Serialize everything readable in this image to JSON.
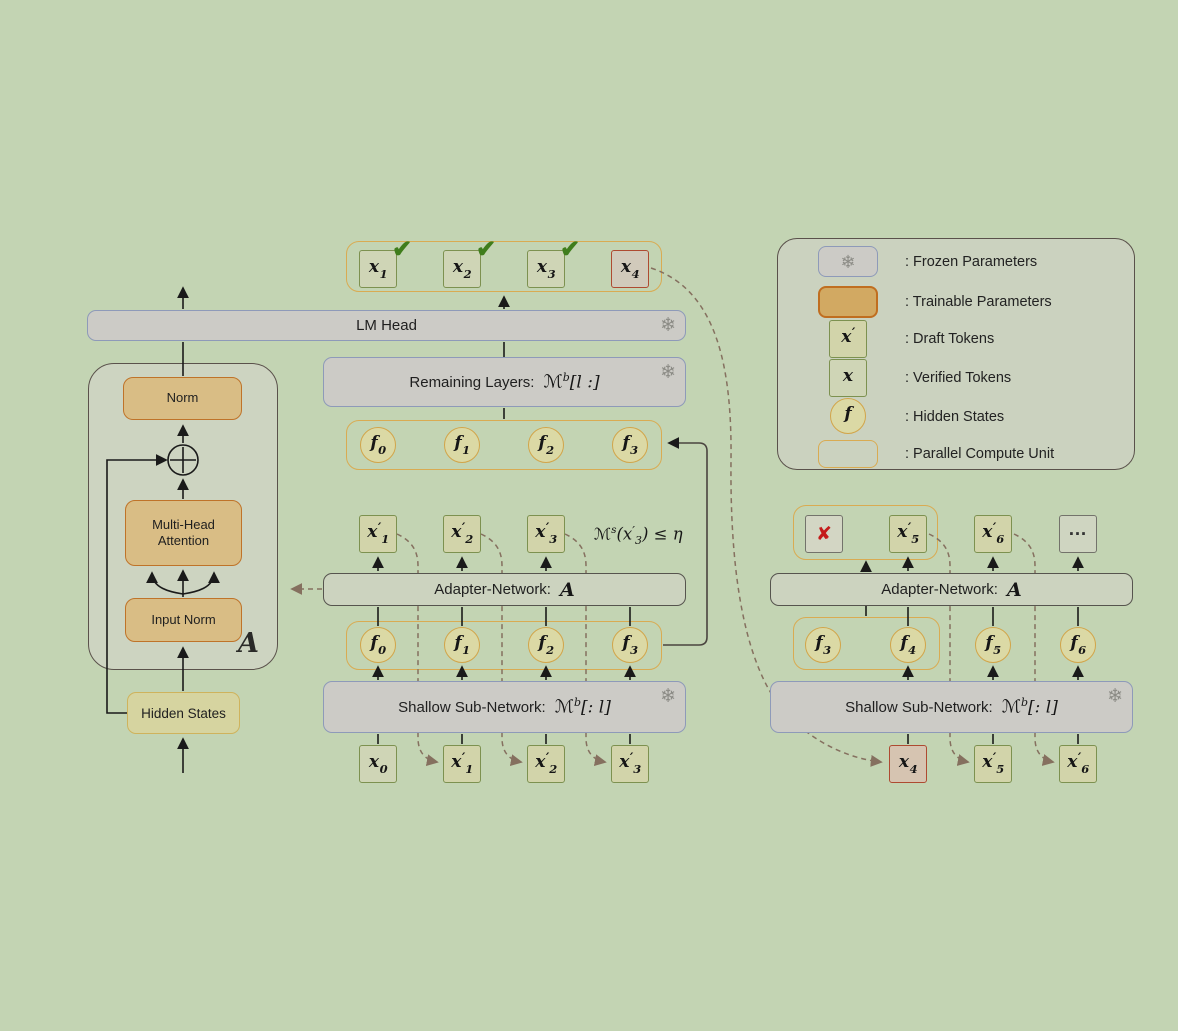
{
  "icons": {
    "snowflake": "❄"
  },
  "left_detail": {
    "norm": "Norm",
    "mha_line1": "Multi-Head",
    "mha_line2": "Attention",
    "input_norm": "Input Norm",
    "hidden_states": "Hidden States",
    "adapter_symbol": "A"
  },
  "center": {
    "lm_head": "LM Head",
    "remaining_layers": {
      "label": "Remaining Layers:",
      "m": "ℳ",
      "sup": "b",
      "rest": "[l :]"
    },
    "adapter": {
      "label": "Adapter-Network:",
      "symbol": "A"
    },
    "shallow": {
      "label": "Shallow Sub-Network:",
      "m": "ℳ",
      "sup": "b",
      "rest": "[: l]"
    },
    "threshold": {
      "m": "ℳ",
      "sup": "s",
      "mid": "(x",
      "prime": "′",
      "sub": "3",
      "end": ") ≤ η"
    },
    "check_mark": "✔",
    "verified_tokens": [
      {
        "t": "x",
        "p": "",
        "s": "1"
      },
      {
        "t": "x",
        "p": "",
        "s": "2"
      },
      {
        "t": "x",
        "p": "",
        "s": "3"
      },
      {
        "t": "x",
        "p": "",
        "s": "4"
      }
    ],
    "hidden_top": [
      {
        "t": "f",
        "s": "0"
      },
      {
        "t": "f",
        "s": "1"
      },
      {
        "t": "f",
        "s": "2"
      },
      {
        "t": "f",
        "s": "3"
      }
    ],
    "draft_tokens": [
      {
        "t": "x",
        "p": "′",
        "s": "1"
      },
      {
        "t": "x",
        "p": "′",
        "s": "2"
      },
      {
        "t": "x",
        "p": "′",
        "s": "3"
      }
    ],
    "hidden_bottom": [
      {
        "t": "f",
        "s": "0"
      },
      {
        "t": "f",
        "s": "1"
      },
      {
        "t": "f",
        "s": "2"
      },
      {
        "t": "f",
        "s": "3"
      }
    ],
    "input_tokens": [
      {
        "t": "x",
        "p": "",
        "s": "0"
      },
      {
        "t": "x",
        "p": "′",
        "s": "1"
      },
      {
        "t": "x",
        "p": "′",
        "s": "2"
      },
      {
        "t": "x",
        "p": "′",
        "s": "3"
      }
    ]
  },
  "right": {
    "reject_mark": "✘",
    "ellipsis": "…",
    "adapter": {
      "label": "Adapter-Network:",
      "symbol": "A"
    },
    "shallow": {
      "label": "Shallow Sub-Network:",
      "m": "ℳ",
      "sup": "b",
      "rest": "[: l]"
    },
    "draft_out": [
      {
        "t": "x",
        "p": "′",
        "s": "5"
      },
      {
        "t": "x",
        "p": "′",
        "s": "6"
      }
    ],
    "hidden": [
      {
        "t": "f",
        "s": "3"
      },
      {
        "t": "f",
        "s": "4"
      },
      {
        "t": "f",
        "s": "5"
      },
      {
        "t": "f",
        "s": "6"
      }
    ],
    "input_tokens": [
      {
        "t": "x",
        "p": "",
        "s": "4"
      },
      {
        "t": "x",
        "p": "′",
        "s": "5"
      },
      {
        "t": "x",
        "p": "′",
        "s": "6"
      }
    ]
  },
  "legend": {
    "frozen_label": ": Frozen Parameters",
    "trainable_label": ": Trainable Parameters",
    "draft_label": ": Draft Tokens",
    "verified_label": ": Verified Tokens",
    "hidden_label": ": Hidden States",
    "parallel_label": ": Parallel Compute Unit",
    "draft_symbol": {
      "t": "x",
      "p": "′",
      "s": ""
    },
    "verified_symbol": {
      "t": "x",
      "p": "",
      "s": ""
    },
    "hidden_symbol": {
      "t": "f",
      "s": ""
    }
  }
}
